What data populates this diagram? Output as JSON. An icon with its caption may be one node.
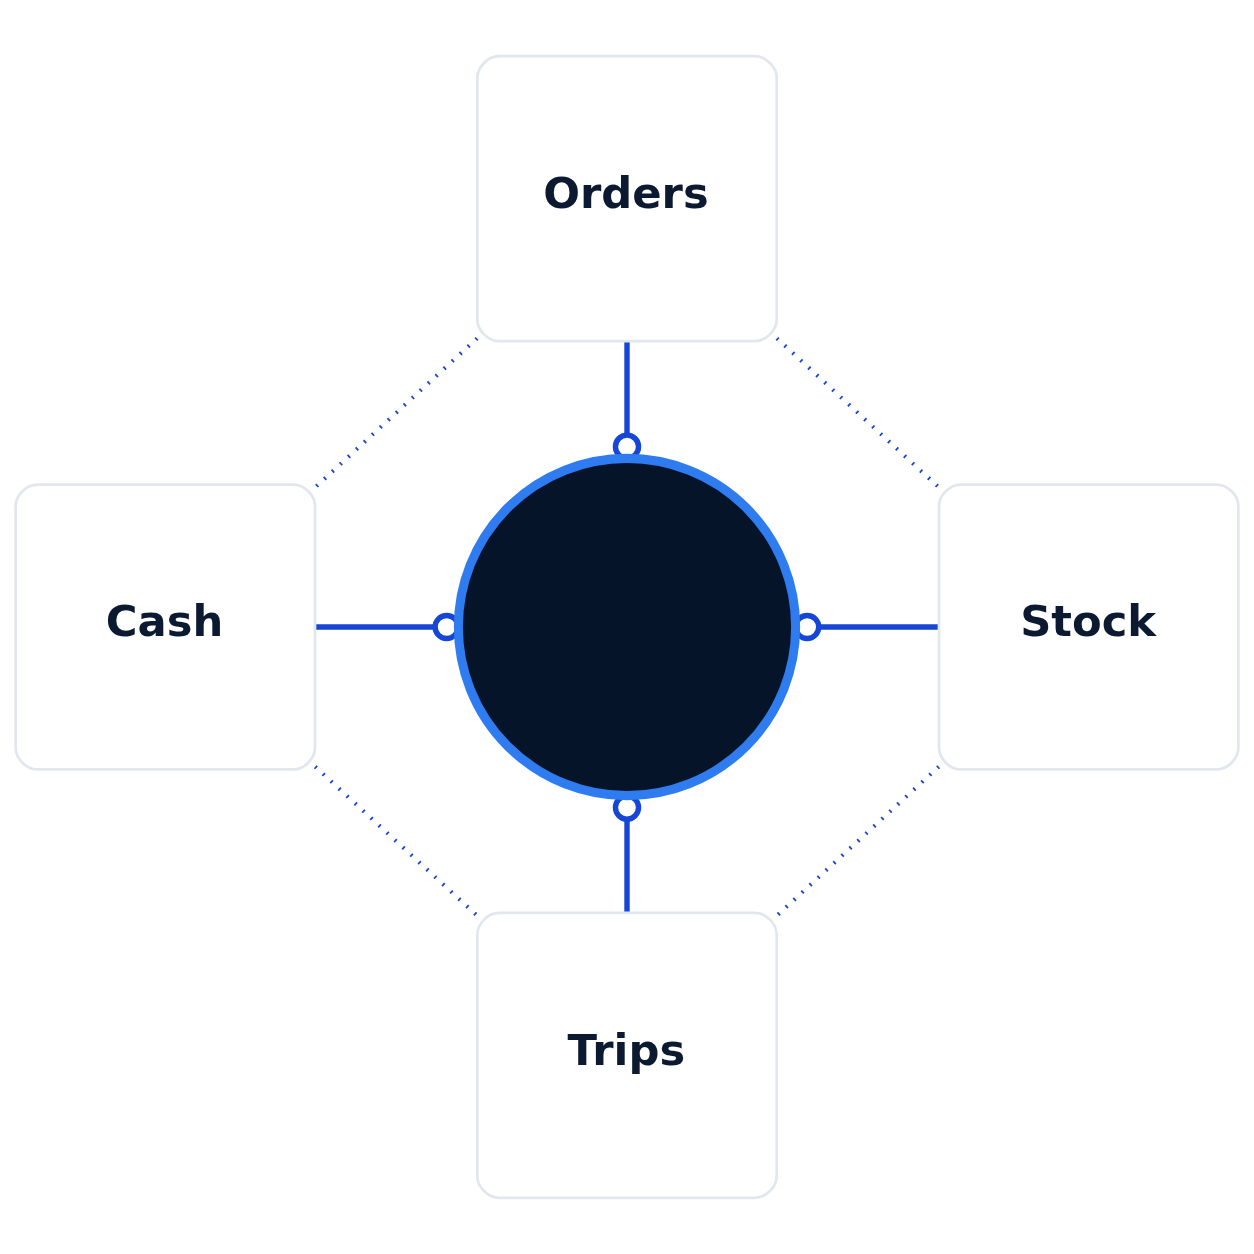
{
  "diagram": {
    "nodes": [
      {
        "text": [
          "Orders"
        ]
      },
      {
        "text": [
          "Cash"
        ]
      },
      {
        "text": [],
        "shape": "circle"
      },
      {
        "text": [
          "Stock"
        ]
      },
      {
        "text": [
          "Trips"
        ]
      }
    ],
    "edges": [
      {
        "from": 2,
        "to": 0,
        "arrow": "other"
      },
      {
        "from": 2,
        "to": 1,
        "arrow": "other"
      },
      {
        "from": 2,
        "to": 3,
        "arrow": "other"
      },
      {
        "from": 2,
        "to": 4,
        "arrow": "other"
      },
      {
        "from": 0,
        "to": 3,
        "arrow": "none",
        "style": "dashed"
      },
      {
        "from": 3,
        "to": 4,
        "arrow": "none",
        "style": "dashed"
      },
      {
        "from": 1,
        "to": 4,
        "arrow": "none",
        "style": "dashed"
      },
      {
        "from": 0,
        "to": 1,
        "arrow": "none",
        "style": "dashed"
      }
    ]
  }
}
